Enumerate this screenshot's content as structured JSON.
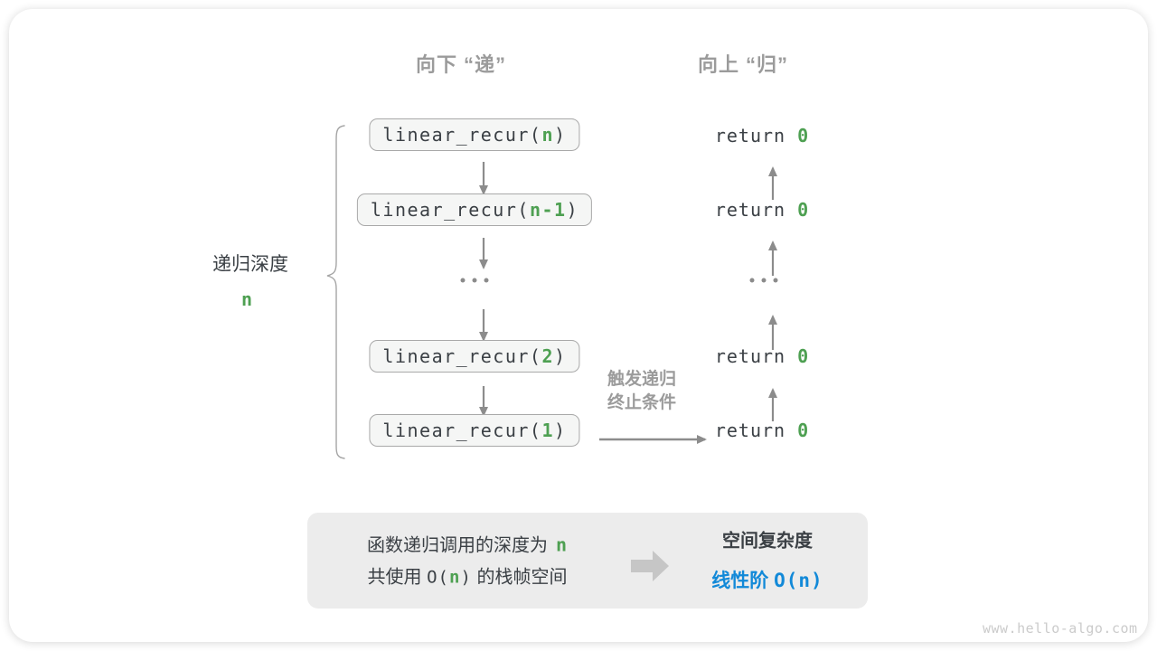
{
  "headers": {
    "down": "向下 “递”",
    "up": "向上 “归”"
  },
  "depth": {
    "label": "递归深度",
    "value": "n"
  },
  "stack": [
    {
      "prefix": "linear_recur(",
      "arg": "n",
      "suffix": ")"
    },
    {
      "prefix": "linear_recur(",
      "arg": "n-1",
      "suffix": ")"
    },
    {
      "prefix": "linear_recur(",
      "arg": "2",
      "suffix": ")"
    },
    {
      "prefix": "linear_recur(",
      "arg": "1",
      "suffix": ")"
    }
  ],
  "returns": [
    {
      "keyword": "return ",
      "value": "0"
    },
    {
      "keyword": "return ",
      "value": "0"
    },
    {
      "keyword": "return ",
      "value": "0"
    },
    {
      "keyword": "return ",
      "value": "0"
    }
  ],
  "trigger": {
    "line1": "触发递归",
    "line2": "终止条件"
  },
  "summary": {
    "left_line1_text": "函数递归调用的深度为",
    "left_line1_value": "n",
    "left_line2_prefix": "共使用 ",
    "left_line2_code_open": "O(",
    "left_line2_value": "n",
    "left_line2_code_close": ")",
    "left_line2_suffix": " 的栈帧空间",
    "right_title": "空间复杂度",
    "right_value_prefix": "线性阶 ",
    "right_value_code": "O(n)"
  },
  "watermark": "www.hello-algo.com",
  "colors": {
    "accent_green": "#4ea052",
    "accent_blue": "#1289d8",
    "muted_gray": "#9b9b9b",
    "text_dark": "#3b4045",
    "box_fill": "#f5f6f5",
    "box_border": "#a9a9a9",
    "arrow_gray": "#8c8c8c",
    "panel_fill": "#ececec"
  }
}
